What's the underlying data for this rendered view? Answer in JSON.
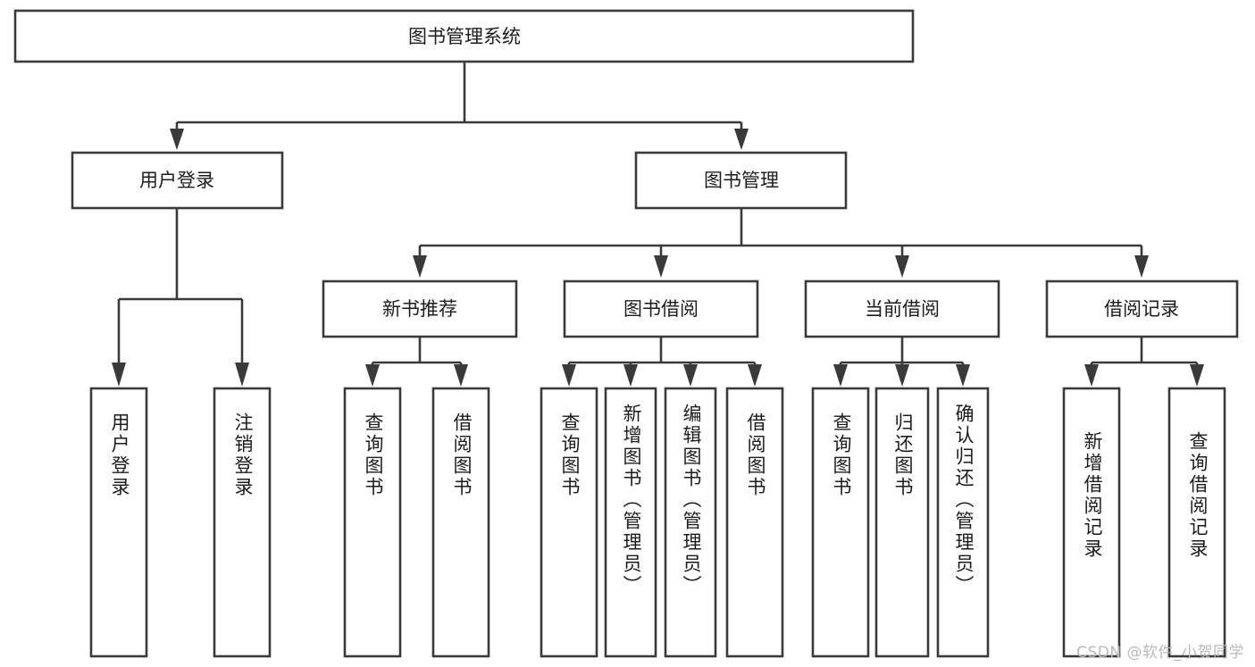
{
  "diagram": {
    "type": "tree",
    "title": "图书管理系统",
    "orientation": "top-down",
    "colors": {
      "box_stroke": "#3a3a3a",
      "box_fill": "#ffffff",
      "connector": "#3a3a3a",
      "text": "#1c1c1c",
      "watermark": "#b9b9b9",
      "background": "#ffffff"
    },
    "root": {
      "label": "图书管理系统"
    },
    "level2": [
      {
        "label": "用户登录"
      },
      {
        "label": "图书管理"
      }
    ],
    "level3": [
      {
        "label": "新书推荐"
      },
      {
        "label": "图书借阅"
      },
      {
        "label": "当前借阅"
      },
      {
        "label": "借阅记录"
      }
    ],
    "leaves": {
      "user_login": [
        {
          "label": "用户登录"
        },
        {
          "label": "注销登录"
        }
      ],
      "new_book_recommend": [
        {
          "label": "查询图书"
        },
        {
          "label": "借阅图书"
        }
      ],
      "book_borrow": [
        {
          "label": "查询图书"
        },
        {
          "label": "新增图书（管理员）"
        },
        {
          "label": "编辑图书（管理员）"
        },
        {
          "label": "借阅图书"
        }
      ],
      "current_borrow": [
        {
          "label": "查询图书"
        },
        {
          "label": "归还图书"
        },
        {
          "label": "确认归还（管理员）"
        }
      ],
      "borrow_records": [
        {
          "label": "新增借阅记录"
        },
        {
          "label": "查询借阅记录"
        }
      ]
    }
  },
  "watermark": {
    "text": "CSDN @软件_小贺同学"
  }
}
